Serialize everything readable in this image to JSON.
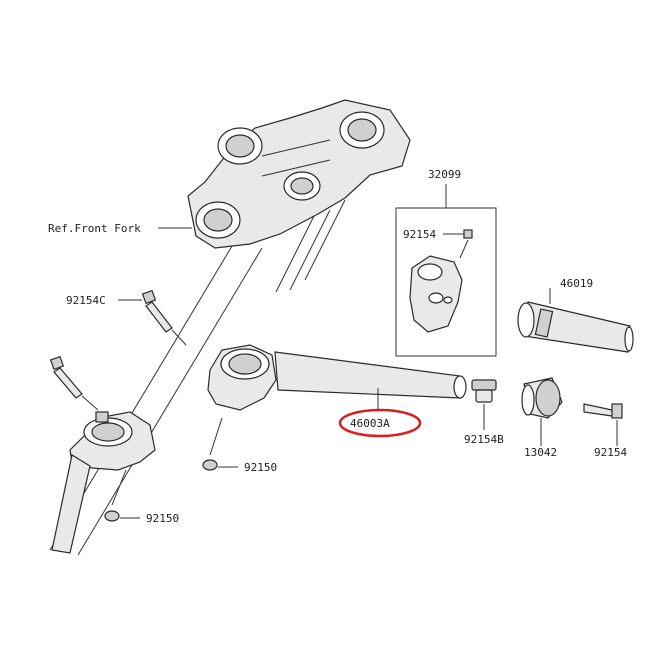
{
  "labels": {
    "ref_front_fork": "Ref.Front Fork",
    "l_32099": "32099",
    "l_92154_top": "92154",
    "l_46019": "46019",
    "l_92154c": "92154C",
    "l_46003a": "46003A",
    "l_92154b": "92154B",
    "l_13042": "13042",
    "l_92154_right": "92154",
    "l_92150_mid": "92150",
    "l_92150_low": "92150"
  },
  "colors": {
    "highlight": "#d91c1c",
    "part_fill": "#e9e9e9",
    "part_dark": "#d0d0d0",
    "line": "#333333"
  }
}
